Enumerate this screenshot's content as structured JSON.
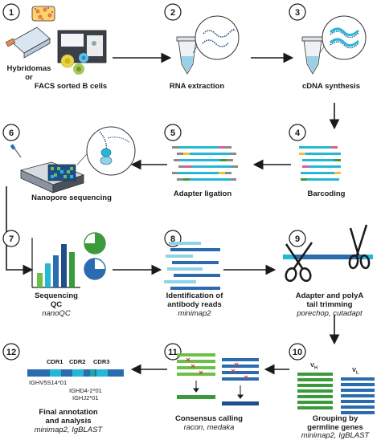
{
  "steps": [
    {
      "num": "1",
      "label_line1": "Hybridomas",
      "label_line2": "or",
      "label_line3": "FACS sorted B cells"
    },
    {
      "num": "2",
      "label": "RNA extraction"
    },
    {
      "num": "3",
      "label": "cDNA synthesis"
    },
    {
      "num": "4",
      "label": "Barcoding"
    },
    {
      "num": "5",
      "label": "Adapter ligation"
    },
    {
      "num": "6",
      "label": "Nanopore sequencing"
    },
    {
      "num": "7",
      "label_line1": "Sequencing",
      "label_line2": "QC",
      "tool": "nanoQC"
    },
    {
      "num": "8",
      "label_line1": "Identification of",
      "label_line2": "antibody reads",
      "tool": "minimap2"
    },
    {
      "num": "9",
      "label_line1": "Adapter and polyA",
      "label_line2": "tail trimming",
      "tool": "porechop, cutadapt"
    },
    {
      "num": "10",
      "label_line1": "Grouping by",
      "label_line2": "germline genes",
      "tool": "minimap2, IgBLAST"
    },
    {
      "num": "11",
      "label": "Consensus calling",
      "tool": "racon, medaka"
    },
    {
      "num": "12",
      "label_line1": "Final annotation",
      "label_line2": "and analysis",
      "tool": "minimap2, IgBLAST"
    }
  ],
  "annotation": {
    "cdr1": "CDR1",
    "cdr2": "CDR2",
    "cdr3": "CDR3",
    "ighv": "IGHV5S14*01",
    "ighd": "IGHD4-2*01",
    "ighj": "IGHJ2*01"
  },
  "germline": {
    "vh": "V",
    "vh_sub": "H",
    "vl": "V",
    "vl_sub": "L"
  },
  "colors": {
    "blue": "#2b6cb0",
    "dark_blue": "#1f4e8c",
    "cyan": "#25b8d6",
    "green": "#3b9b3b",
    "light_green": "#6cc04a",
    "teal": "#1aa89c",
    "pink": "#e35b8f",
    "yellow": "#f2c230",
    "arrow": "#1a1a1a"
  }
}
